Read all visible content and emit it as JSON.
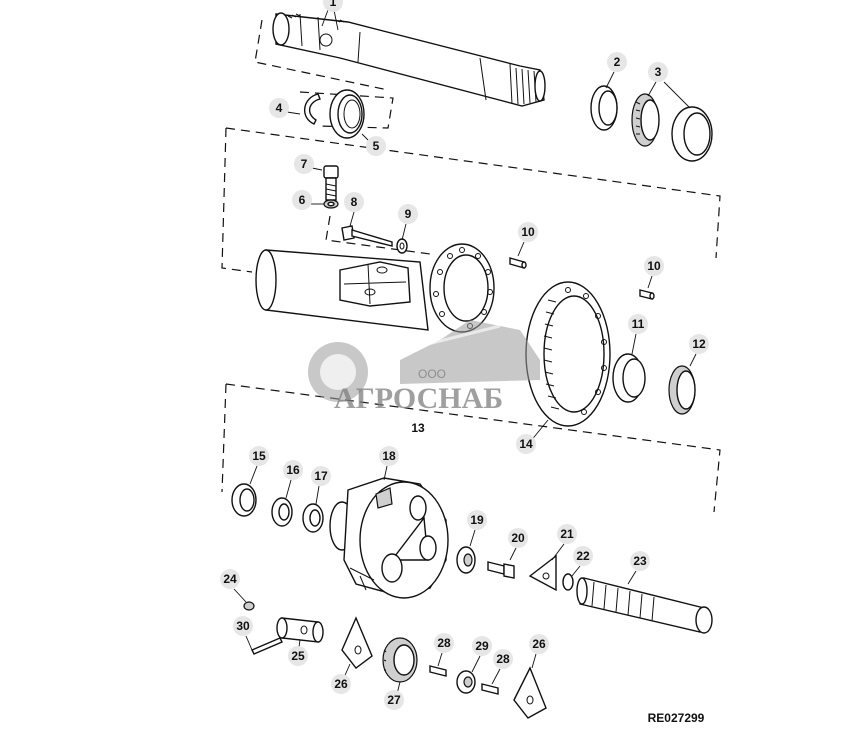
{
  "diagram": {
    "reference_code": "RE027299",
    "callouts": [
      "1",
      "2",
      "3",
      "4",
      "5",
      "6",
      "7",
      "8",
      "9",
      "10",
      "10",
      "11",
      "12",
      "14",
      "15",
      "16",
      "17",
      "18",
      "19",
      "20",
      "21",
      "22",
      "23",
      "24",
      "25",
      "26",
      "26",
      "27",
      "28",
      "28",
      "29",
      "30"
    ],
    "partial_labels": [
      "13"
    ]
  },
  "watermark": {
    "company_prefix": "ООО",
    "company_name": "АГРОСНАБ"
  }
}
